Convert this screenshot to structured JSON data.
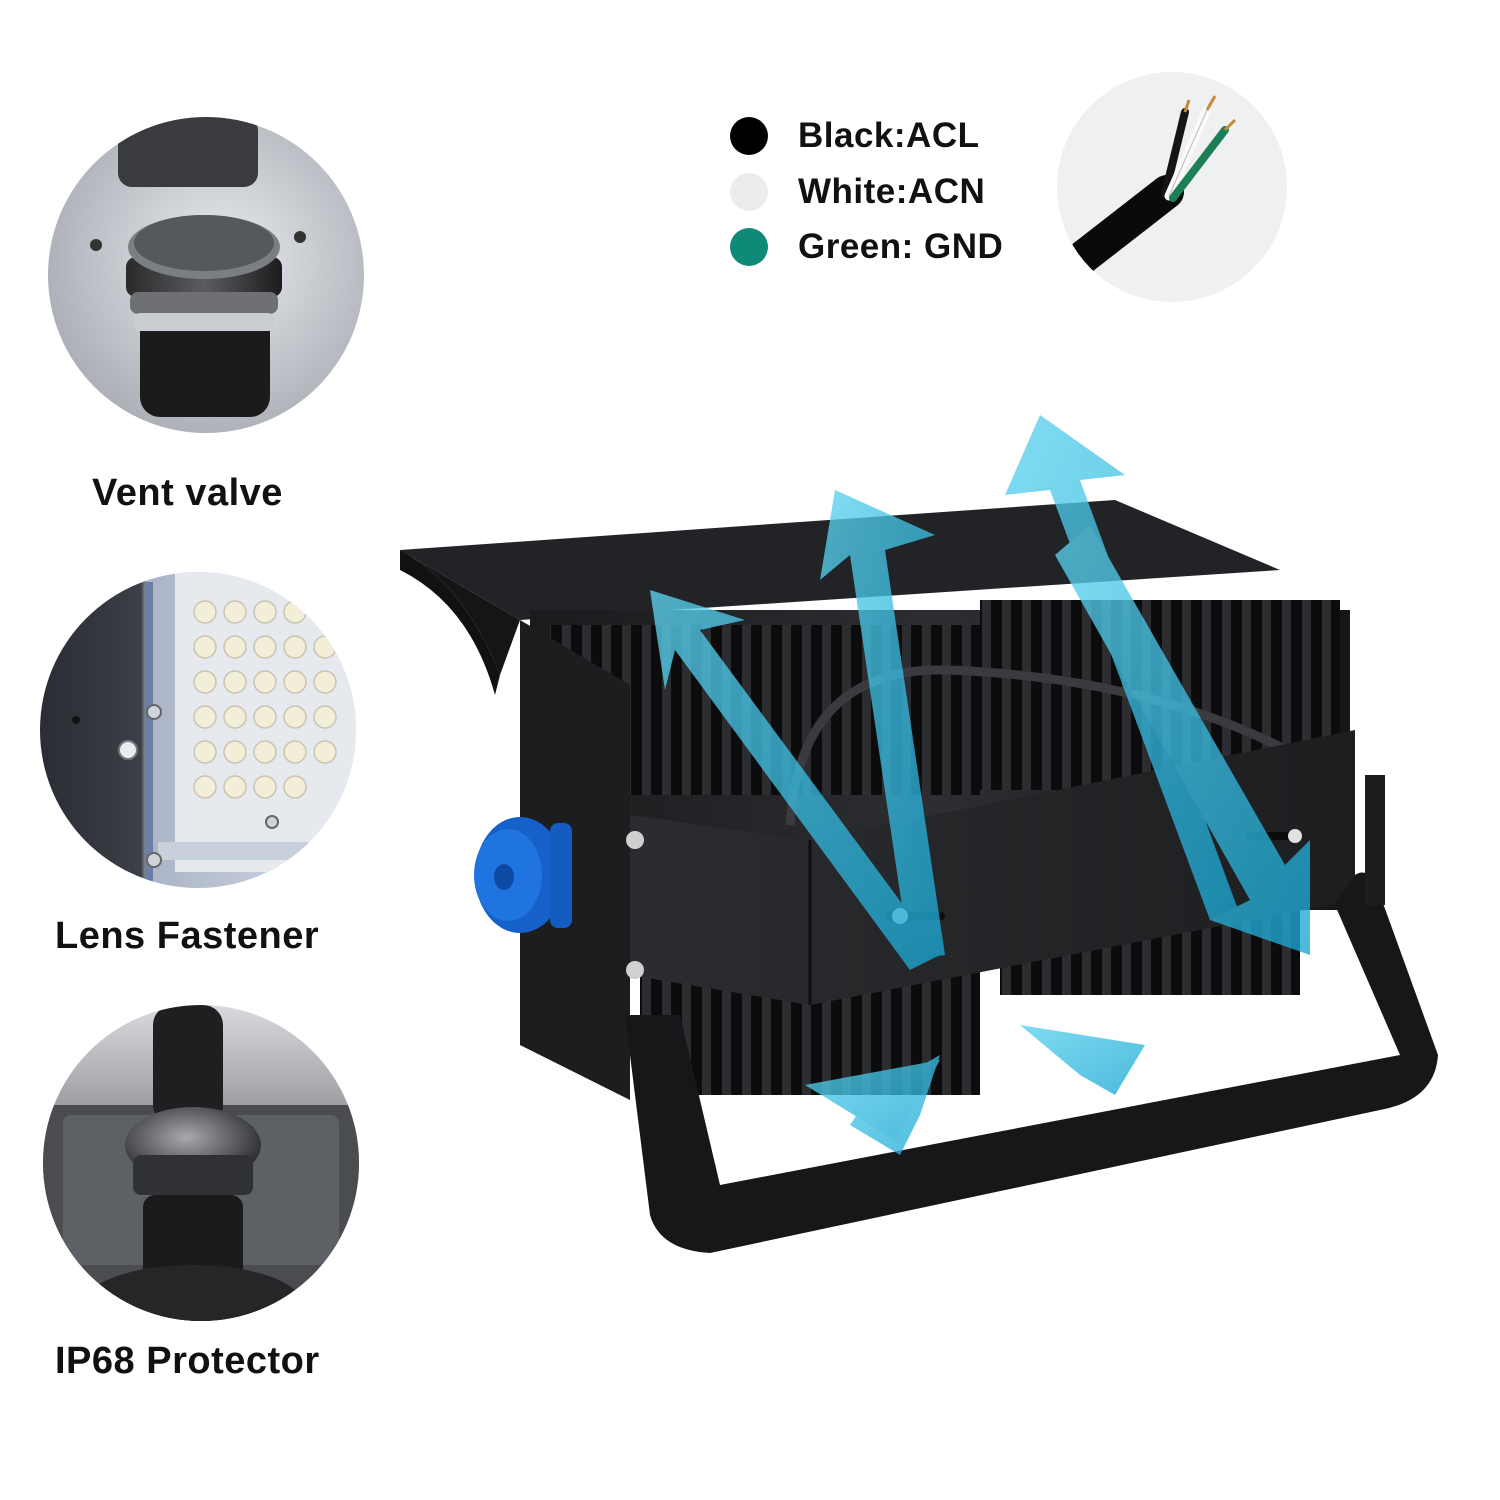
{
  "features": [
    {
      "label": "Vent valve",
      "icon": "vent-valve-photo"
    },
    {
      "label": "Lens Fastener",
      "icon": "lens-fastener-photo"
    },
    {
      "label": "IP68 Protector",
      "icon": "ip68-protector-photo"
    }
  ],
  "wiring": {
    "items": [
      {
        "label": "Black:ACL",
        "color": "#000000"
      },
      {
        "label": "White:ACN",
        "color": "#ececec"
      },
      {
        "label": "Green: GND",
        "color": "#0f8a78"
      }
    ],
    "cable_icon": "power-cable-photo"
  },
  "product": {
    "icon": "led-flood-light-photo",
    "arrow_color": "#2fb8dc"
  }
}
